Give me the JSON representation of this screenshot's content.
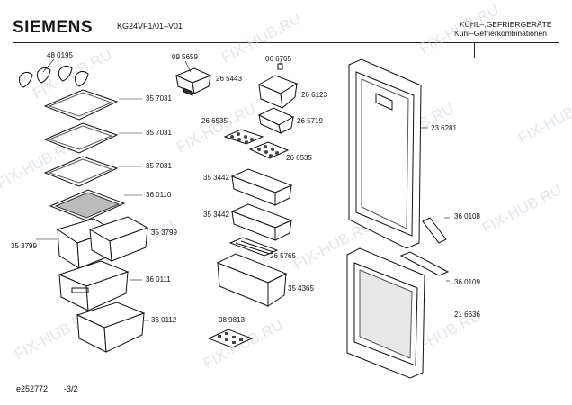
{
  "header": {
    "brand": "SIEMENS",
    "model": "KG24VF1/01–V01",
    "category_line1": "KÜHL–,GEFRIERGERÄTE",
    "category_line2": "Kühl–Gefrierkombinationen"
  },
  "watermark": "FIX-HUB.RU",
  "parts": [
    {
      "id": "p1",
      "label": "48 0195"
    },
    {
      "id": "p2",
      "label": "09 5659"
    },
    {
      "id": "p3",
      "label": "06 6765"
    },
    {
      "id": "p4",
      "label": "26 5443"
    },
    {
      "id": "p5",
      "label": "26 6123"
    },
    {
      "id": "p6",
      "label": "35 7031"
    },
    {
      "id": "p7",
      "label": "26 6535"
    },
    {
      "id": "p8",
      "label": "26 5719"
    },
    {
      "id": "p9",
      "label": "35 7031"
    },
    {
      "id": "p10",
      "label": "23 6281"
    },
    {
      "id": "p11",
      "label": "26 6535"
    },
    {
      "id": "p12",
      "label": "35 7031"
    },
    {
      "id": "p13",
      "label": "35 3442"
    },
    {
      "id": "p14",
      "label": "36 0110"
    },
    {
      "id": "p15",
      "label": "35 3442"
    },
    {
      "id": "p16",
      "label": "36 0108"
    },
    {
      "id": "p17",
      "label": "35 3799"
    },
    {
      "id": "p18",
      "label": "35 3799"
    },
    {
      "id": "p19",
      "label": "26 5765"
    },
    {
      "id": "p20",
      "label": "36 0111"
    },
    {
      "id": "p21",
      "label": "35 4365"
    },
    {
      "id": "p22",
      "label": "36 0109"
    },
    {
      "id": "p23",
      "label": "21 6636"
    },
    {
      "id": "p24",
      "label": "08 9813"
    },
    {
      "id": "p25",
      "label": "36 0112"
    }
  ],
  "footer": {
    "doc_id": "e252772",
    "page": "-3/2"
  }
}
